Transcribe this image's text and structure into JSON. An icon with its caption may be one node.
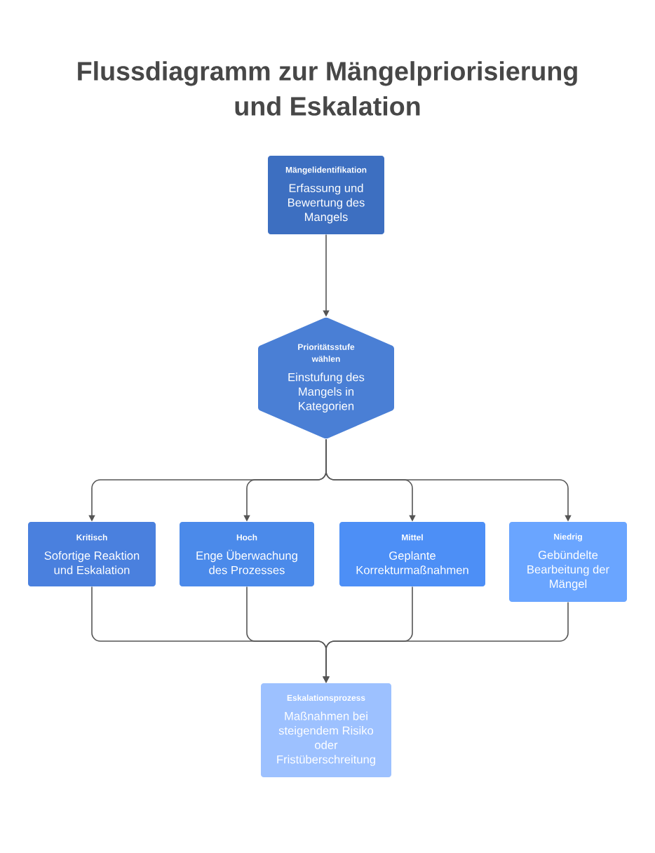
{
  "diagram": {
    "title": "Flussdiagramm zur Mängelpriorisierung und Eskalation",
    "nodes": [
      {
        "text": [
          "Mängelidentifikation",
          "Erfassung und Bewertung des Mangels"
        ]
      },
      {
        "text": [
          "Prioritätsstufe wählen",
          "Einstufung des Mangels in Kategorien"
        ]
      },
      {
        "text": [
          "Kritisch",
          "Sofortige Reaktion und Eskalation"
        ]
      },
      {
        "text": [
          "Hoch",
          "Enge Überwachung des Prozesses"
        ]
      },
      {
        "text": [
          "Mittel",
          "Geplante Korrekturmaßnahmen"
        ]
      },
      {
        "text": [
          "Niedrig",
          "Gebündelte Bearbeitung der Mängel"
        ]
      },
      {
        "text": [
          "Eskalationsprozess",
          "Maßnahmen bei steigendem Risiko oder Fristüberschreitung"
        ]
      }
    ],
    "edges": [
      {
        "from": 0,
        "to": 1,
        "arrow": "to"
      },
      {
        "from": 1,
        "to": 2,
        "arrow": "to"
      },
      {
        "from": 1,
        "to": 3,
        "arrow": "to"
      },
      {
        "from": 1,
        "to": 4,
        "arrow": "to"
      },
      {
        "from": 1,
        "to": 5,
        "arrow": "to"
      },
      {
        "from": 2,
        "to": 6,
        "arrow": "to"
      },
      {
        "from": 3,
        "to": 6,
        "arrow": "to"
      },
      {
        "from": 4,
        "to": 6,
        "arrow": "to"
      },
      {
        "from": 5,
        "to": 6,
        "arrow": "to"
      }
    ]
  }
}
